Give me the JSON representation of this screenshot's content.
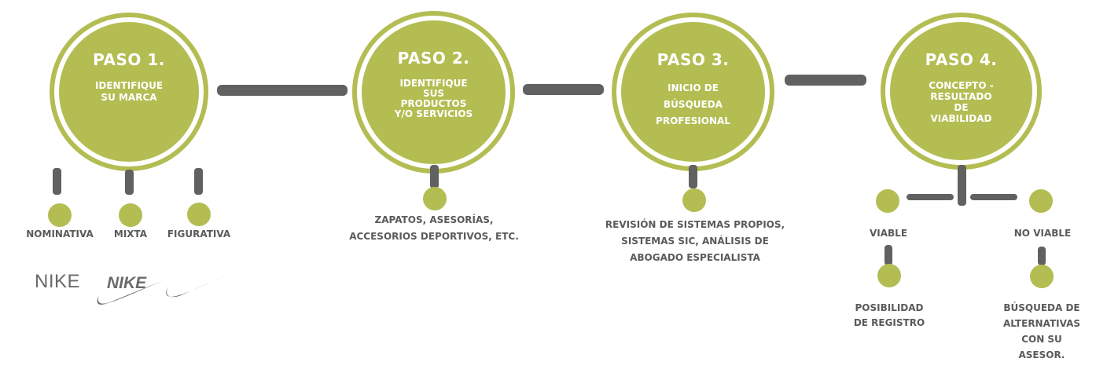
{
  "colors": {
    "accent": "#b3bd52",
    "connector": "#616161",
    "label": "#5a5a5a"
  },
  "steps": [
    {
      "title": "PASO 1.",
      "desc": "IDENTIFIQUE SU MARCA"
    },
    {
      "title": "PASO 2.",
      "desc": "IDENTIFIQUE SUS PRODUCTOS Y/O SERVICIOS"
    },
    {
      "title": "PASO 3.",
      "desc": "INICIO DE BÚSQUEDA PROFESIONAL"
    },
    {
      "title": "PASO 4.",
      "desc": "CONCEPTO - RESULTADO DE VIABILIDAD"
    }
  ],
  "step1": {
    "types": [
      "NOMINATIVA",
      "MIXTA",
      "FIGURATIVA"
    ],
    "brand_text": "NIKE",
    "logo_text": "NIKE"
  },
  "step2": {
    "examples": [
      "ZAPATOS, ASESORÍAS,",
      "ACCESORIOS DEPORTIVOS, ETC."
    ]
  },
  "step3": {
    "details": [
      "REVISIÓN DE SISTEMAS PROPIOS,",
      "SISTEMAS SIC, ANÁLISIS DE",
      "ABOGADO ESPECIALISTA"
    ]
  },
  "step4": {
    "viable": "VIABLE",
    "not_viable": "NO VIABLE",
    "viable_result": [
      "POSIBILIDAD",
      "DE REGISTRO"
    ],
    "not_viable_result": [
      "BÚSQUEDA DE",
      "ALTERNATIVAS",
      "CON SU",
      "ASESOR."
    ]
  }
}
